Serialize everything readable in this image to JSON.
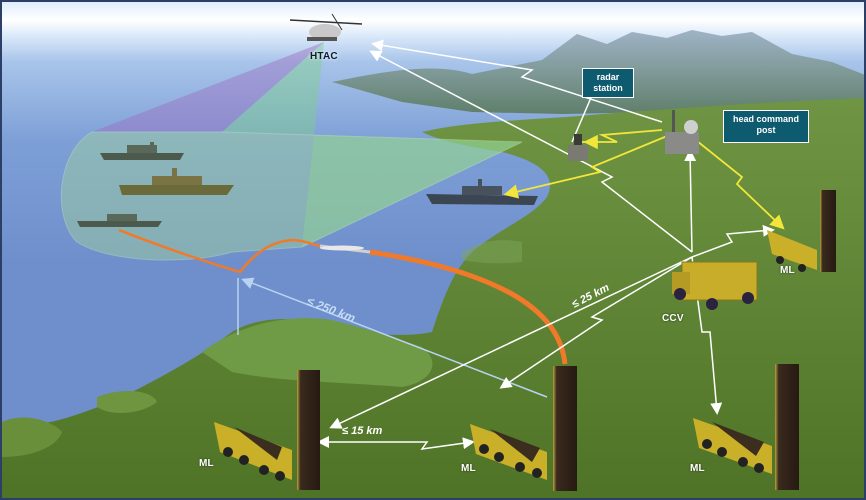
{
  "diagram": {
    "type": "system-deployment-illustration",
    "description": "Coastal anti-ship missile system deployment: helicopter target acquisition, radar station, head command post, command-and-control vehicle, mobile launchers and missile flight path to naval targets"
  },
  "labels": {
    "helicopter": "HTAC",
    "radar_station": "radar\nstation",
    "radar_station_line1": "radar",
    "radar_station_line2": "station",
    "head_command_post_line1": "head command",
    "head_command_post_line2": "post",
    "command_vehicle": "CCV",
    "launcher_right_top": "ML",
    "launcher_bottom_left": "ML",
    "launcher_bottom_center": "ML",
    "launcher_bottom_right": "ML"
  },
  "ranges": {
    "missile_range": "≤ 250 km",
    "ccv_link_range": "≤ 25 km",
    "launcher_spacing": "≤ 15 km"
  },
  "colors": {
    "border": "#2c3f66",
    "label_box_bg": "#0e5a6e",
    "missile_path": "#f07a2a",
    "radio_link_white": "#ffffff",
    "radio_link_yellow": "#f2e63a",
    "range_line_blue": "#b8d2f2",
    "sensor_cone_purple": "#9b6fc0",
    "sensor_cone_green": "#7fd08a",
    "sea": "#6f8fcc",
    "land": "#5e7f2e",
    "launcher_yellow": "#c9b028"
  },
  "elements": {
    "ships_in_target_zone": 3,
    "ship_near_coast": 1,
    "launchers": 4
  }
}
